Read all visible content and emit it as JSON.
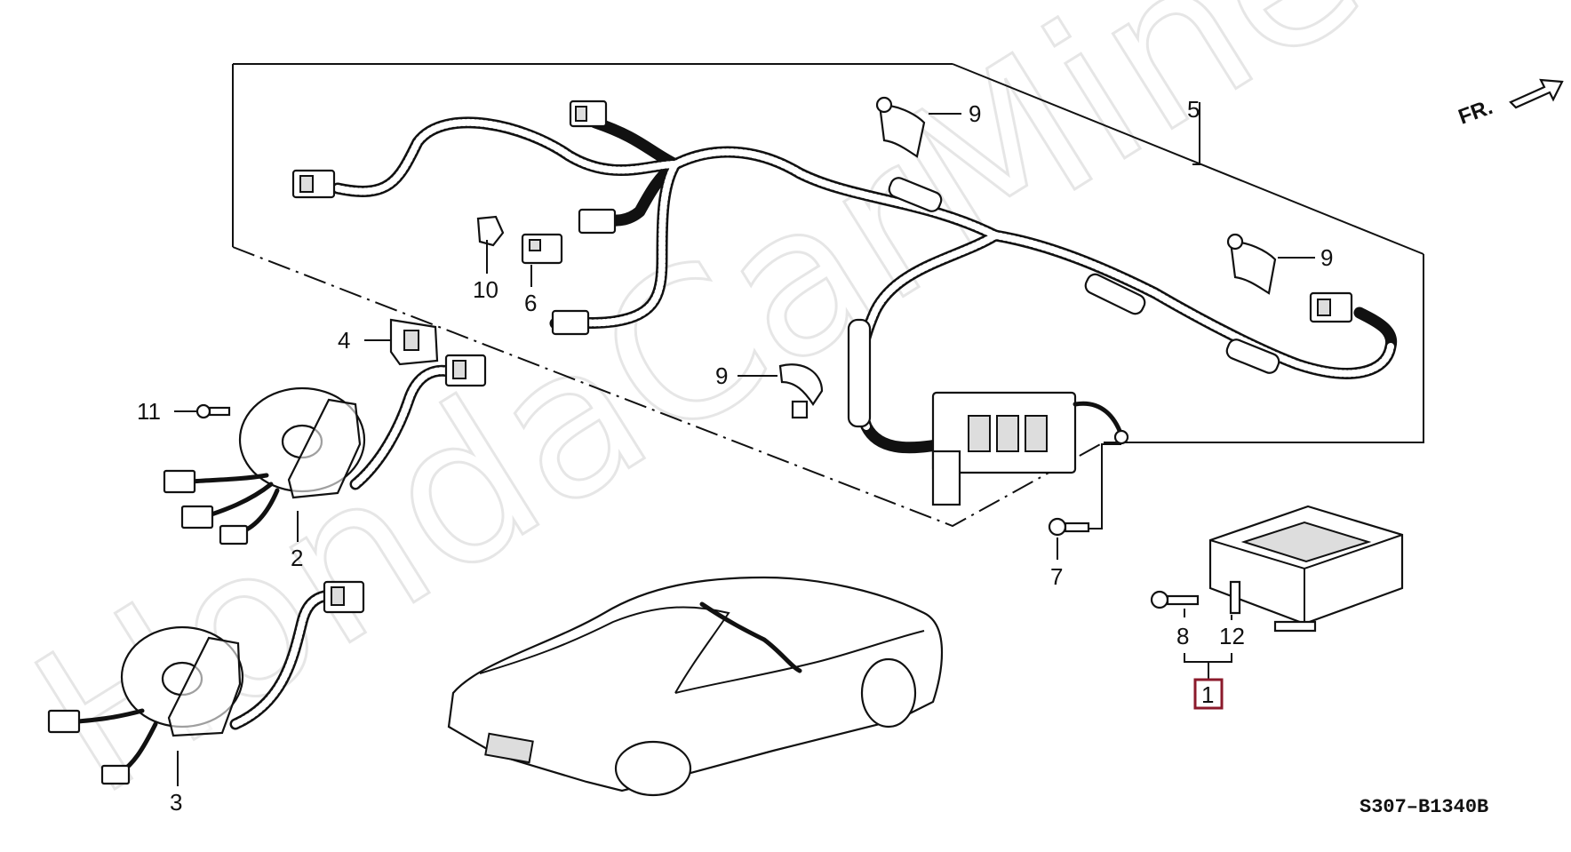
{
  "watermark": "HondaCarMine.ru",
  "direction_label": "FR.",
  "diagram_code": "S307–B1340B",
  "callouts": {
    "c1": "1",
    "c2": "2",
    "c3": "3",
    "c4": "4",
    "c5": "5",
    "c6": "6",
    "c7": "7",
    "c8": "8",
    "c9a": "9",
    "c9b": "9",
    "c9c": "9",
    "c10": "10",
    "c11": "11",
    "c12": "12"
  },
  "colors": {
    "highlight_box": "#8b1a2b",
    "line": "#111111",
    "watermark": "#e6e6e6"
  }
}
